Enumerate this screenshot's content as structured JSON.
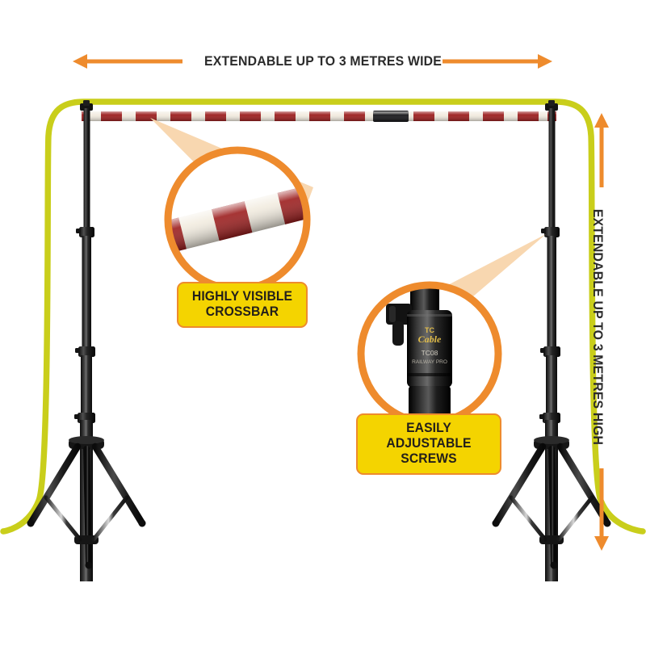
{
  "product": {
    "type": "photography-backdrop-stand",
    "model_code": "TC08",
    "brand_mark": "TC"
  },
  "dimensions": {
    "width_label": "EXTENDABLE UP TO 3 METRES WIDE",
    "height_label": "EXTENDABLE UP TO 3 METRES HIGH"
  },
  "callouts": [
    {
      "id": "crossbar",
      "line1": "HIGHLY VISIBLE",
      "line2": "CROSSBAR"
    },
    {
      "id": "screws",
      "line1": "EASILY ADJUSTABLE",
      "line2": "SCREWS"
    }
  ],
  "colors": {
    "background": "#ffffff",
    "accent_orange": "#ee8b2d",
    "badge_yellow": "#f4d400",
    "badge_text": "#231f1a",
    "swoosh_lime": "#c9ce1b",
    "pole_black": "#1c1c1c",
    "crossbar_red": "#9c1e1e",
    "crossbar_cream": "#f2ece0",
    "beam_peach": "#f8d7b0",
    "label_text": "#2b2b2b"
  },
  "icons": {
    "arrow_left": "arrow-left-icon",
    "arrow_right": "arrow-right-icon",
    "arrow_up": "arrow-up-icon",
    "arrow_down": "arrow-down-icon",
    "magnifier_crossbar": "magnifier-circle-icon",
    "magnifier_screws": "magnifier-circle-icon"
  }
}
